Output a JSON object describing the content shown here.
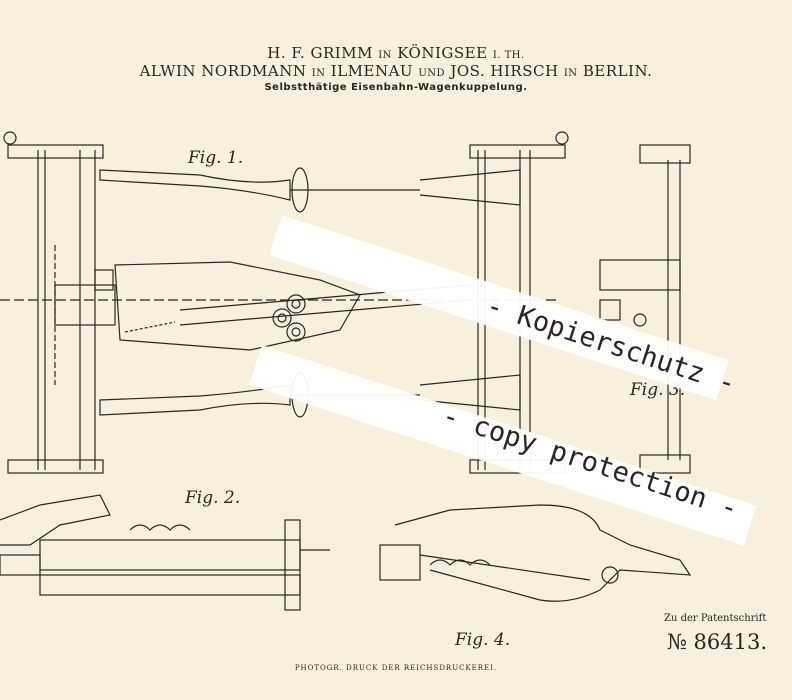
{
  "header": {
    "line1_a": "H. F. GRIMM",
    "line1_in": "IN",
    "line1_b": "KÖNIGSEE",
    "line1_c": "I. TH.",
    "line2_a": "ALWIN NORDMANN",
    "line2_in1": "IN",
    "line2_b": "ILMENAU",
    "line2_und": "UND",
    "line2_c": "JOS. HIRSCH",
    "line2_in2": "IN",
    "line2_d": "BERLIN.",
    "subtitle": "Selbstthätige Eisenbahn-Wagenkuppelung."
  },
  "figures": {
    "fig1": "Fig. 1.",
    "fig2": "Fig. 2.",
    "fig3": "Fig. 3.",
    "fig4": "Fig. 4."
  },
  "watermark": {
    "line1": "- Kopierschutz -",
    "line2": "- copy protection -"
  },
  "footer": {
    "zu": "Zu der Patentschrift",
    "number": "№ 86413.",
    "printer": "PHOTOGR. DRUCK DER REICHSDRUCKEREI."
  }
}
